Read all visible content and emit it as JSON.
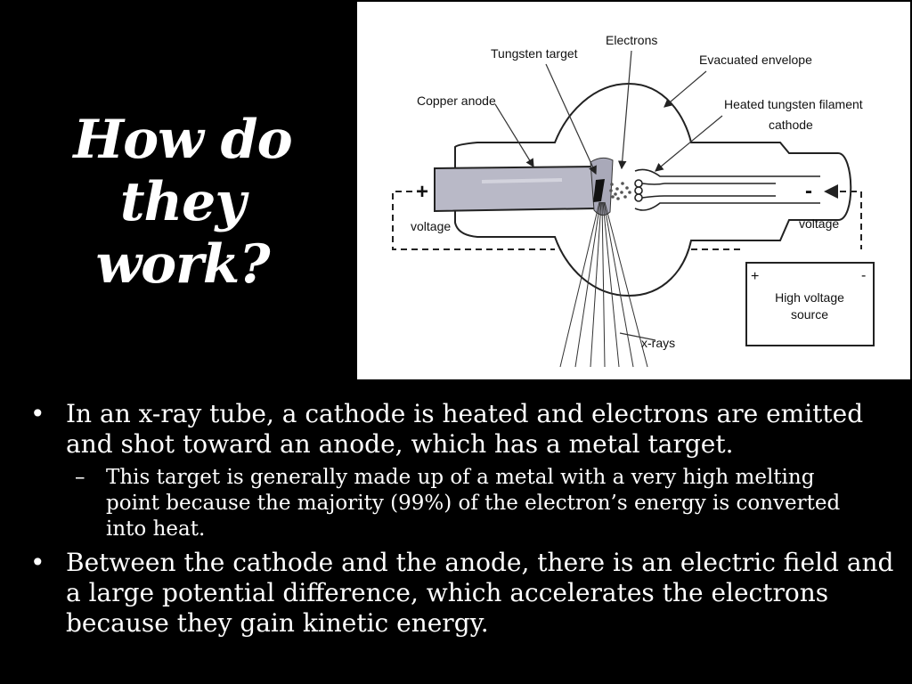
{
  "title": {
    "line1": "How do",
    "line2": "they",
    "line3": "work?"
  },
  "diagram": {
    "labels": {
      "tungsten_target": "Tungsten target",
      "electrons": "Electrons",
      "evacuated_envelope": "Evacuated envelope",
      "copper_anode": "Copper anode",
      "filament_line1": "Heated tungsten filament",
      "filament_line2": "cathode",
      "voltage_left": "voltage",
      "voltage_right": "voltage",
      "plus_left": "+",
      "minus_right": "-",
      "source_line1": "High voltage",
      "source_line2": "source",
      "source_plus": "+",
      "source_minus": "-",
      "xrays": "x-rays"
    }
  },
  "bullets": [
    {
      "level": 1,
      "marker": "•",
      "text": "In an x-ray tube, a cathode is heated and electrons are emitted and shot toward an anode, which has a metal target."
    },
    {
      "level": 2,
      "marker": "–",
      "text": "This target is generally made up of a metal with a very high melting point because the majority (99%) of the electron’s energy is converted into heat."
    },
    {
      "level": 1,
      "marker": "•",
      "text": "Between the cathode and the anode, there is an electric field and a large potential difference, which accelerates the electrons because they gain kinetic energy."
    }
  ],
  "colors": {
    "background": "#000000",
    "text": "#ffffff",
    "diagram_background": "#ffffff",
    "anode_fill": "#b9b9c7"
  }
}
